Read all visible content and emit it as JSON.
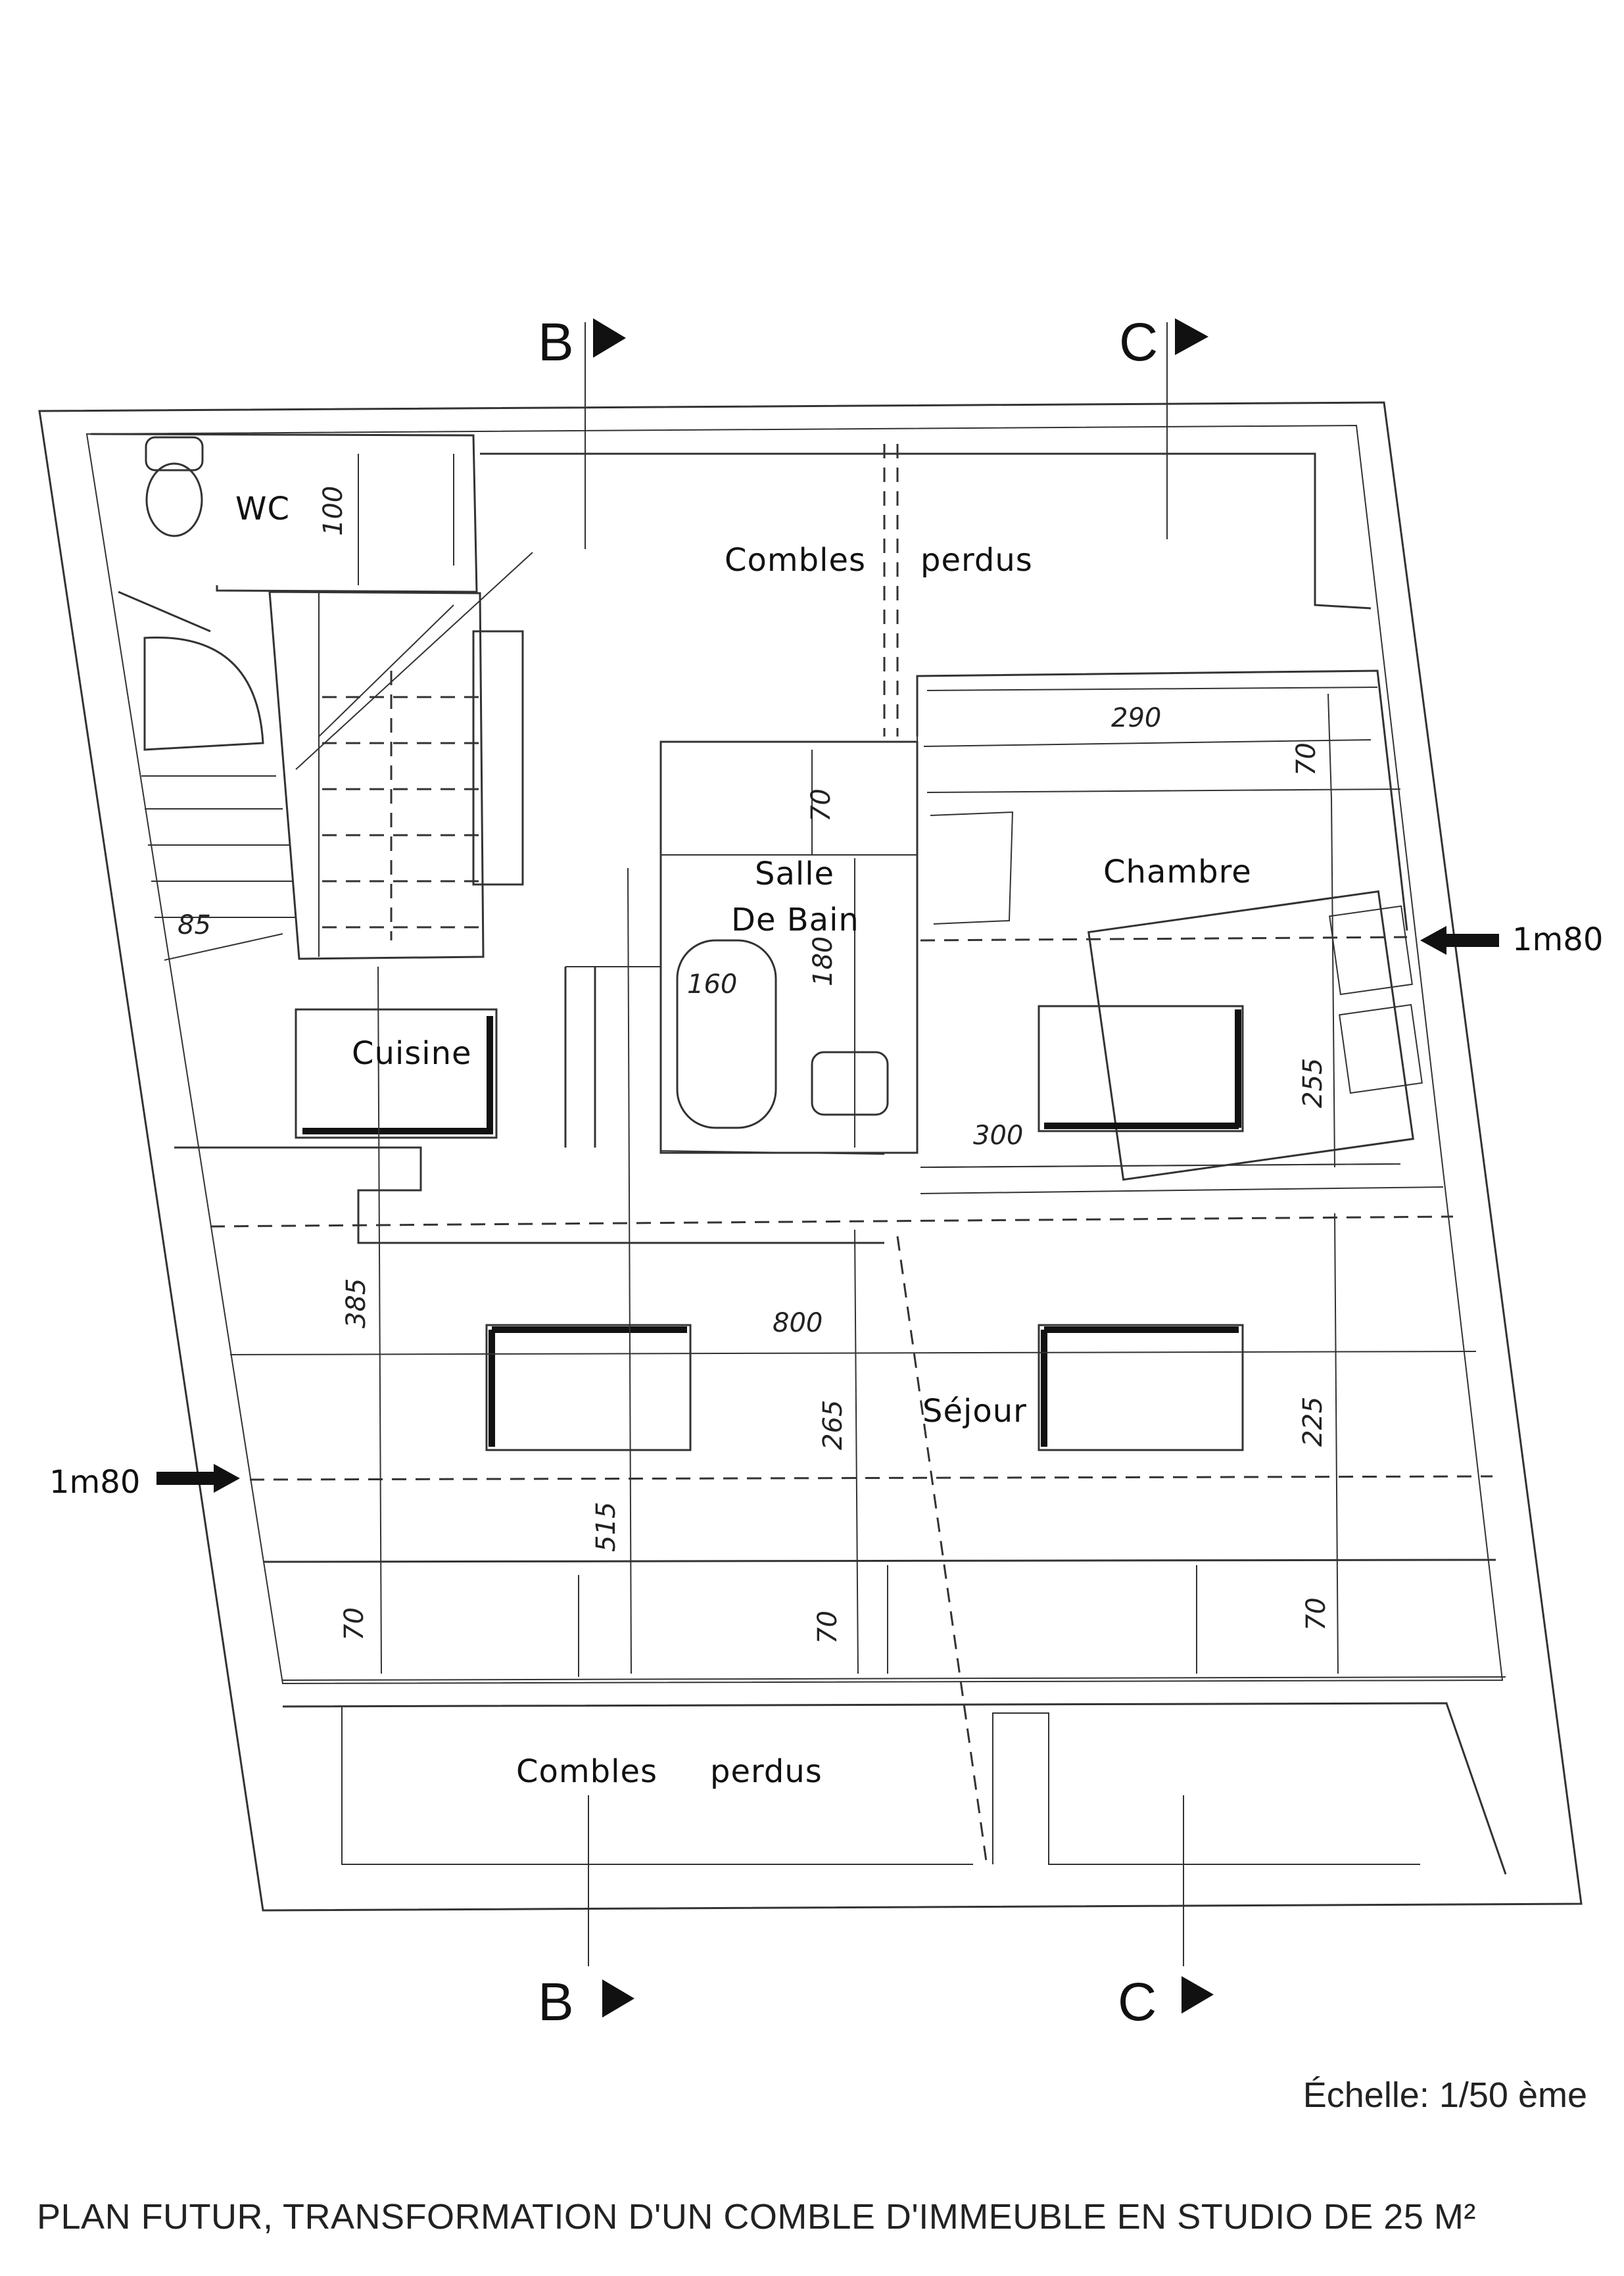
{
  "rooms": {
    "wc": "WC",
    "combles_top_1": "Combles",
    "combles_top_2": "perdus",
    "salle_1": "Salle",
    "salle_2": "De Bain",
    "chambre": "Chambre",
    "cuisine": "Cuisine",
    "sejour": "Séjour",
    "combles_bottom_1": "Combles",
    "combles_bottom_2": "perdus"
  },
  "dimensions": {
    "wc_100": "100",
    "d290": "290",
    "d70_bath": "70",
    "d70_chambre": "70",
    "d180": "180",
    "d160": "160",
    "d85": "85",
    "d255": "255",
    "d300": "300",
    "d385": "385",
    "d800": "800",
    "d265": "265",
    "d225": "225",
    "d515": "515",
    "d70_bl": "70",
    "d70_bm": "70",
    "d70_br": "70"
  },
  "sections": {
    "b_top": "B",
    "c_top": "C",
    "b_bottom": "B",
    "c_bottom": "C"
  },
  "height_markers": {
    "right": "1m80",
    "left": "1m80"
  },
  "scale_note": "Échelle: 1/50 ème",
  "caption": "PLAN FUTUR, TRANSFORMATION D'UN COMBLE D'IMMEUBLE EN STUDIO DE 25 M²"
}
